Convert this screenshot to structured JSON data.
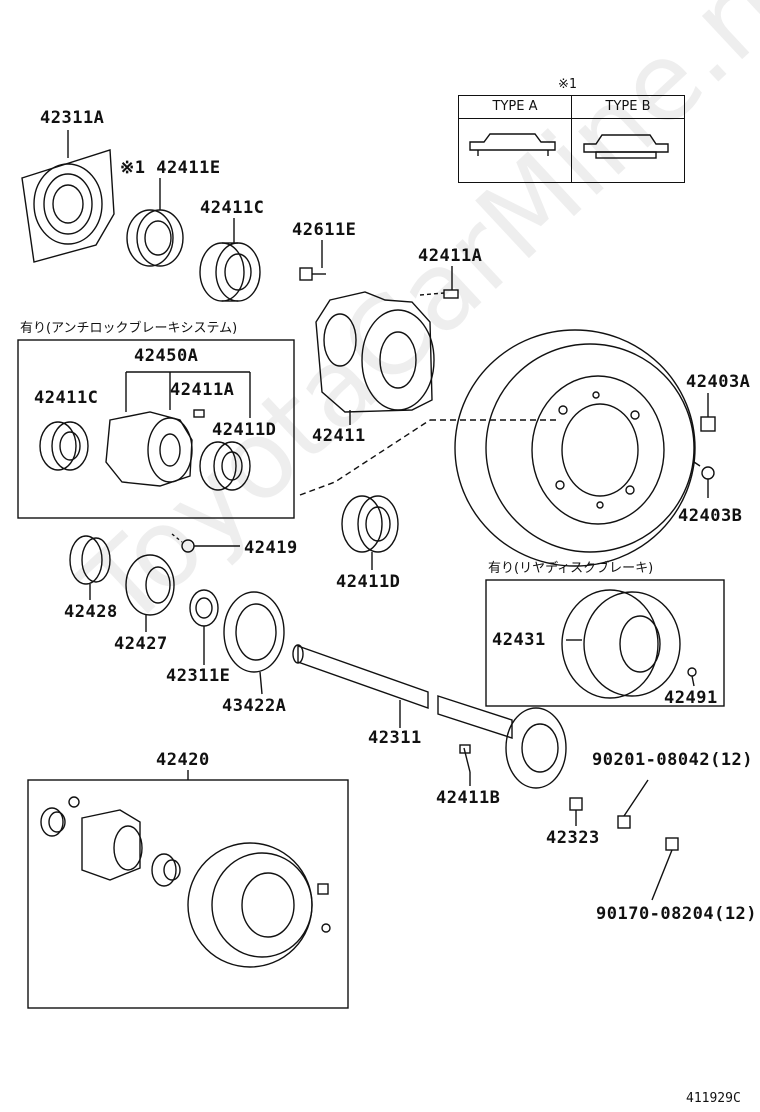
{
  "legend": {
    "ref_mark": "※1",
    "type_a": "TYPE A",
    "type_b": "TYPE B"
  },
  "notes": {
    "abs": "有り(アンチロックブレーキシステム)",
    "rear_disc": "有り(リヤディスクブレーキ)"
  },
  "labels": {
    "p42311A": "42311A",
    "p42411E": "※1 42411E",
    "p42411C_top": "42411C",
    "p42611E": "42611E",
    "p42411A_top": "42411A",
    "p42450A": "42450A",
    "p42411C_box": "42411C",
    "p42411A_box": "42411A",
    "p42411D_box": "42411D",
    "p42411": "42411",
    "p42403A": "42403A",
    "p42403B": "42403B",
    "p42419": "42419",
    "p42411D": "42411D",
    "p42428": "42428",
    "p42427": "42427",
    "p42311E": "42311E",
    "p43422A": "43422A",
    "p42431": "42431",
    "p42491": "42491",
    "p42311": "42311",
    "p42420": "42420",
    "p42411B": "42411B",
    "p90201": "90201-08042(12)",
    "p42323": "42323",
    "p90170": "90170-08204(12)"
  },
  "footer": {
    "code": "411929C"
  },
  "watermark": "ToyotaCarMine.ru"
}
